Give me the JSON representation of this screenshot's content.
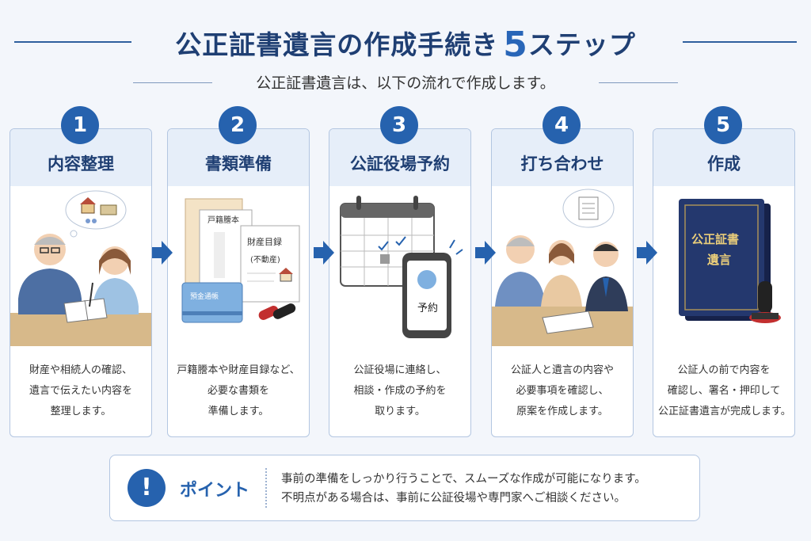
{
  "header": {
    "title": "公正証書遺言の作成手続き",
    "title_number": "5",
    "title_suffix": "ステップ",
    "subtitle": "公正証書遺言は、以下の流れで作成します。"
  },
  "steps": [
    {
      "number": "1",
      "title": "内容整理",
      "desc": [
        "財産や相続人の確認、",
        "遺言で伝えたい内容を",
        "整理します。"
      ]
    },
    {
      "number": "2",
      "title": "書類準備",
      "desc": [
        "戸籍謄本や財産目録など、",
        "必要な書類を",
        "準備します。"
      ]
    },
    {
      "number": "3",
      "title": "公証役場予約",
      "desc": [
        "公証役場に連絡し、",
        "相談・作成の予約を",
        "取ります。"
      ]
    },
    {
      "number": "4",
      "title": "打ち合わせ",
      "desc": [
        "公証人と遺言の内容や",
        "必要事項を確認し、",
        "原案を作成します。"
      ]
    },
    {
      "number": "5",
      "title": "作成",
      "desc": [
        "公証人の前で内容を",
        "確認し、署名・押印して",
        "公正証書遺言が完成します。"
      ]
    }
  ],
  "illustrations": {
    "doc1": "戸籍謄本",
    "doc2": "財産目録",
    "doc2_sub": "(不動産)",
    "passbook": "預金通帳",
    "phone": "予約",
    "book_line1": "公正証書",
    "book_line2": "遺言"
  },
  "point": {
    "icon": "!",
    "label": "ポイント",
    "lines": [
      "事前の準備をしっかり行うことで、スムーズな作成が可能になります。",
      "不明点がある場合は、事前に公証役場や専門家へご相談ください。"
    ]
  },
  "colors": {
    "accent": "#2662ae",
    "title": "#1f3f73",
    "card_head": "#e6eef9",
    "border": "#b3c6e1"
  }
}
